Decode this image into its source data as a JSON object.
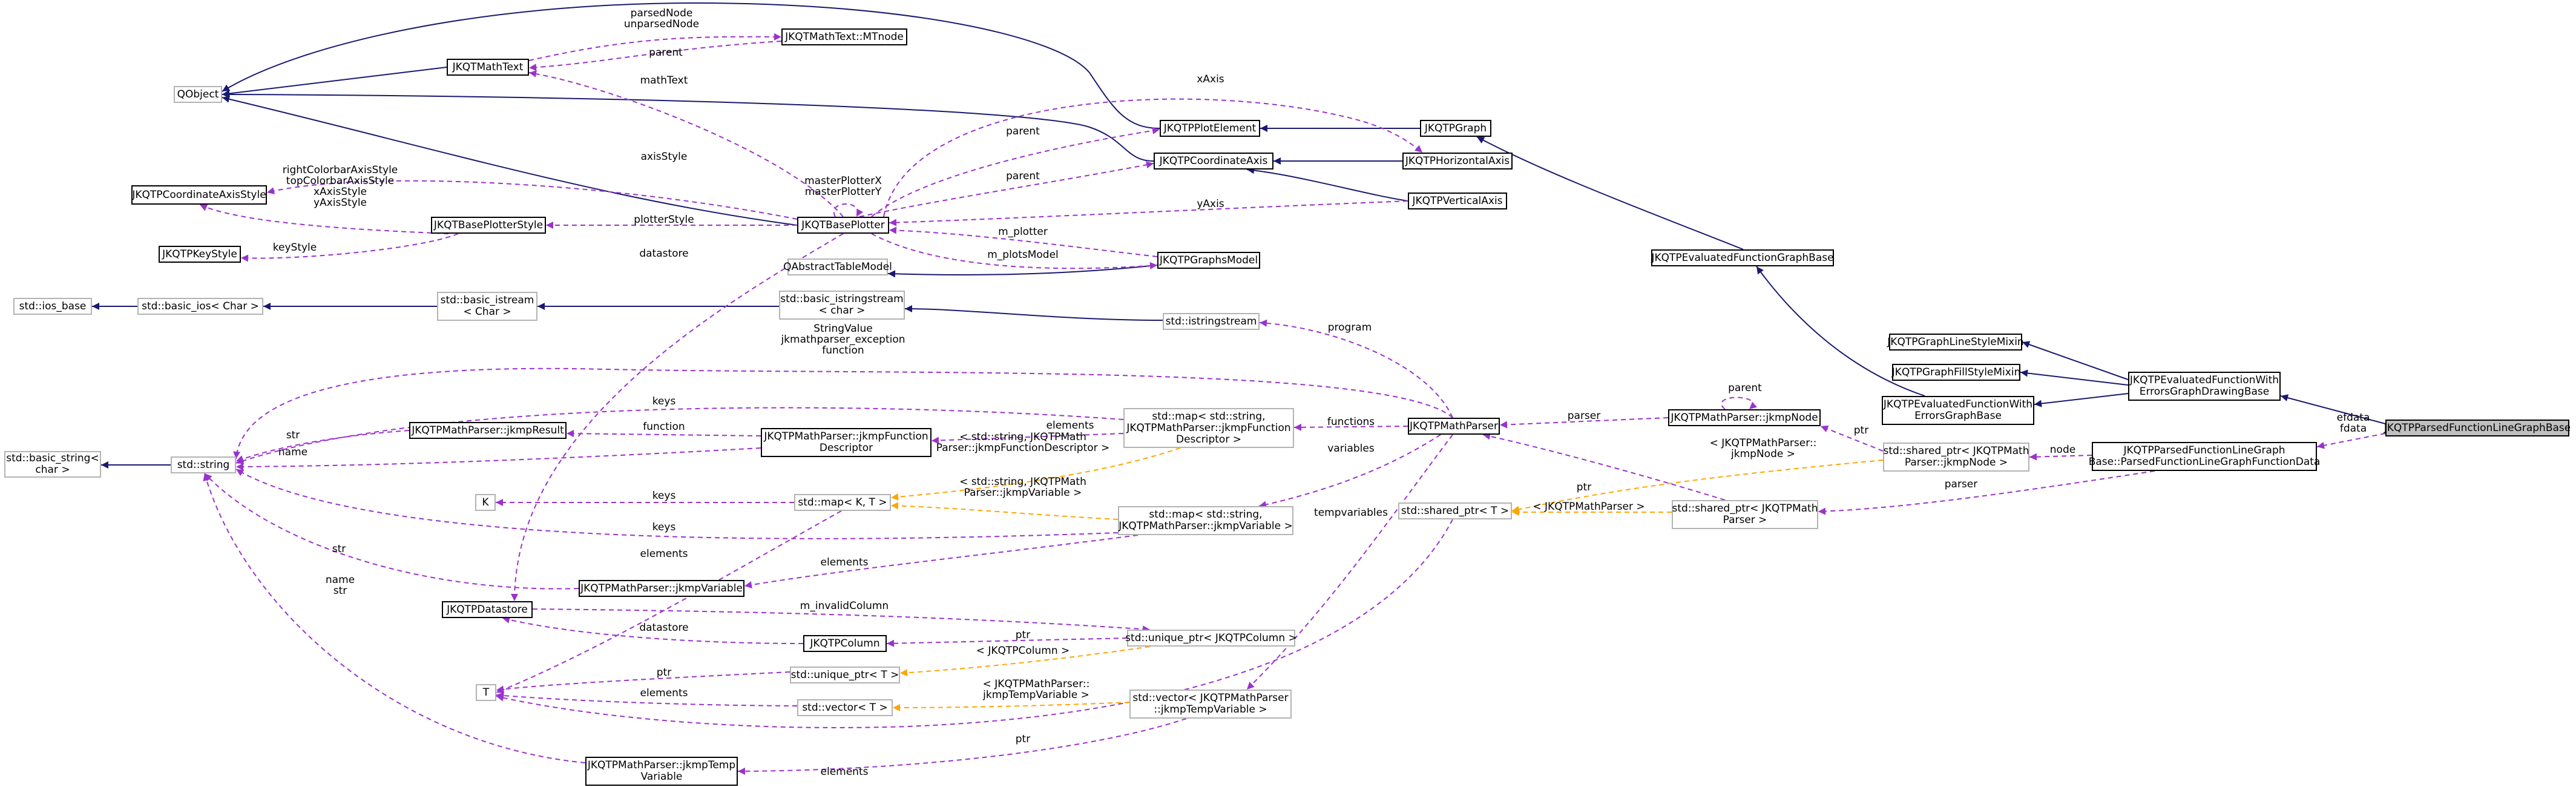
{
  "nodes": {
    "qobject": "QObject",
    "mathtext": "JKQTMathText",
    "mtnode": "JKQTMathText::MTnode",
    "coordaxisstyle": "JKQTPCoordinateAxisStyle",
    "keystyle": "JKQTPKeyStyle",
    "ios_base": "std::ios_base",
    "basic_ios": "std::basic_ios< Char >",
    "basic_istream": "std::basic_istream\n< Char >",
    "basic_string": "std::basic_string<\nchar >",
    "string": "std::string",
    "baseplotterstyle": "JKQTBasePlotterStyle",
    "baseplotter": "JKQTBasePlotter",
    "plotelement": "JKQTPPlotElement",
    "coordaxis": "JKQTPCoordinateAxis",
    "graphsmodel": "JKQTPGraphsModel",
    "qabstracttablemodel": "QAbstractTableModel",
    "basic_istringstream": "std::basic_istringstream\n< char >",
    "istringstream": "std::istringstream",
    "graph": "JKQTPGraph",
    "horizaxis": "JKQTPHorizontalAxis",
    "vertaxis": "JKQTPVerticalAxis",
    "evalfuncgraphbase": "JKQTPEvaluatedFunctionGraphBase",
    "linestylemixin": "JKQTPGraphLineStyleMixin",
    "fillstylemixin": "JKQTPGraphFillStyleMixin",
    "evalfuncerrbase": "JKQTPEvaluatedFunctionWith\nErrorsGraphBase",
    "evalfuncerrdrawbase": "JKQTPEvaluatedFunctionWith\nErrorsGraphDrawingBase",
    "parsedfuncline": "JKQTPParsedFunctionLineGraphBase",
    "jkmpresult": "JKQTPMathParser::jkmpResult",
    "jkmpfuncdesc": "JKQTPMathParser::jkmpFunction\nDescriptor",
    "map_funcdesc": "std::map< std::string,\nJKQTPMathParser::jkmpFunction\nDescriptor >",
    "mathparser": "JKQTPMathParser",
    "jkmpnode": "JKQTPMathParser::jkmpNode",
    "sharedptr_node": "std::shared_ptr< JKQTPMath\nParser::jkmpNode >",
    "parsedfuncdata": "JKQTPParsedFunctionLineGraph\nBase::ParsedFunctionLineGraphFunctionData",
    "K": "K",
    "map_KT": "std::map< K, T >",
    "map_var": "std::map< std::string,\nJKQTPMathParser::jkmpVariable >",
    "sharedptr_T": "std::shared_ptr< T >",
    "sharedptr_parser": "std::shared_ptr< JKQTPMath\nParser >",
    "jkmpvariable": "JKQTPMathParser::jkmpVariable",
    "datastore": "JKQTPDatastore",
    "column": "JKQTPColumn",
    "uniqueptr_col": "std::unique_ptr< JKQTPColumn >",
    "T": "T",
    "uniqueptr_T": "std::unique_ptr< T >",
    "vector_T": "std::vector< T >",
    "vector_tempvar": "std::vector< JKQTPMathParser\n::jkmpTempVariable >",
    "jkmptempvar": "JKQTPMathParser::jkmpTemp\nVariable"
  },
  "edge_labels": {
    "parsedNode": "parsedNode\nunparsedNode",
    "parent_mt": "parent",
    "mathText": "mathText",
    "xAxis": "xAxis",
    "parent_pe": "parent",
    "axisStyle": "axisStyle",
    "parent_ca": "parent",
    "masterPlotter": "masterPlotterX\nmasterPlotterY",
    "colorbarStyle": "rightColorbarAxisStyle\ntopColorbarAxisStyle\nxAxisStyle\nyAxisStyle",
    "plotterStyle": "plotterStyle",
    "keyStyle": "keyStyle",
    "yAxis": "yAxis",
    "m_plotter": "m_plotter",
    "m_plotsModel": "m_plotsModel",
    "datastore_bp": "datastore",
    "program": "program",
    "stringvalue": "StringValue\njkmathparser_exception\nfunction",
    "keys_fd": "keys",
    "elements_fd": "elements",
    "functions": "functions",
    "parser": "parser",
    "parent_node": "parent",
    "str_res": "str",
    "function_res": "function",
    "name_fd": "name",
    "templ_funcdesc": "< std::string, JKQTPMath\nParser::jkmpFunctionDescriptor >",
    "variables": "variables",
    "ptr_node": "ptr",
    "templ_node": "< JKQTPMathParser::\njkmpNode >",
    "node": "node",
    "efdata": "efdata\nfdata",
    "keys_K": "keys",
    "templ_var": "< std::string, JKQTPMath\nParser::jkmpVariable >",
    "ptr_parser": "ptr",
    "templ_parser": "< JKQTPMathParser >",
    "parser_pfd": "parser",
    "keys_var": "keys",
    "tempvariables": "tempvariables",
    "str_var": "str",
    "elements_kt": "elements",
    "elements_var": "elements",
    "m_invalidColumn": "m_invalidColumn",
    "datastore_col": "datastore",
    "ptr_col": "ptr",
    "templ_col": "< JKQTPColumn >",
    "name_str": "name\nstr",
    "ptr_T": "ptr",
    "elements_vt": "elements",
    "templ_tempvar": "< JKQTPMathParser::\njkmpTempVariable >",
    "ptr_sp": "ptr",
    "elements_tv": "elements"
  },
  "colors": {
    "inheritance": "#191970",
    "usage": "#9a32cd",
    "template": "#ffa500",
    "focus_fill": "#bfbfbf",
    "external_border": "#b3b3b3"
  }
}
